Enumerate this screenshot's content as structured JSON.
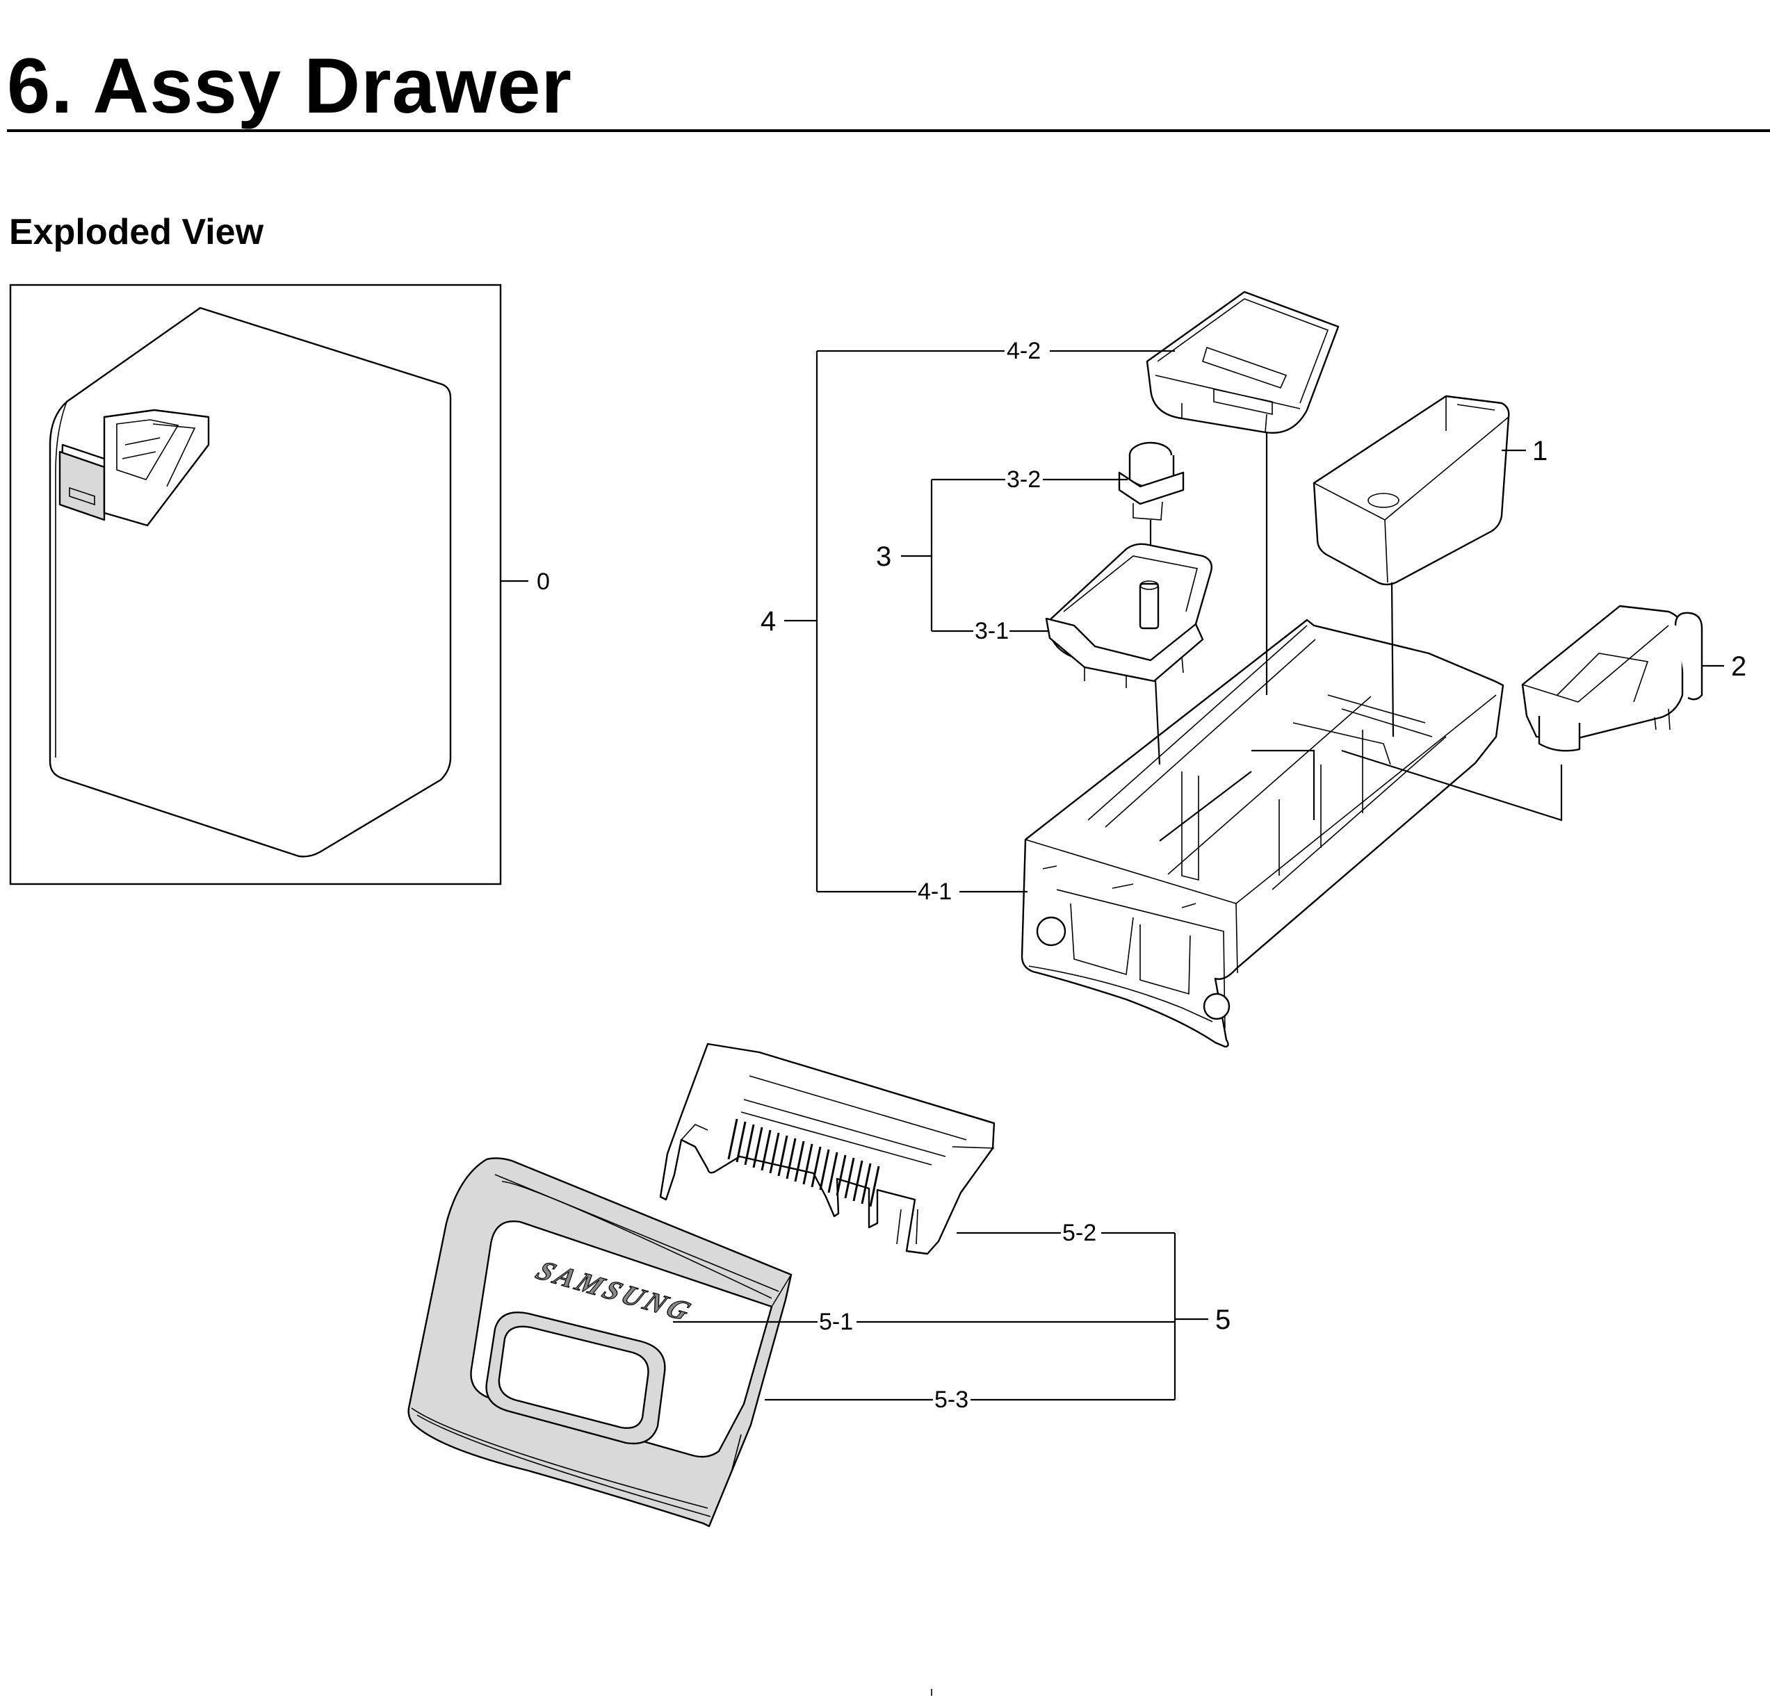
{
  "header": {
    "title": "6.  Assy Drawer",
    "subtitle": "Exploded View"
  },
  "callouts": {
    "c0": "0",
    "c1": "1",
    "c2": "2",
    "c3": "3",
    "c3_1": "3-1",
    "c3_2": "3-2",
    "c4": "4",
    "c4_1": "4-1",
    "c4_2": "4-2",
    "c5": "5",
    "c5_1": "5-1",
    "c5_2": "5-2",
    "c5_3": "5-3"
  },
  "brand": {
    "logo_text": "SAMSUNG"
  }
}
